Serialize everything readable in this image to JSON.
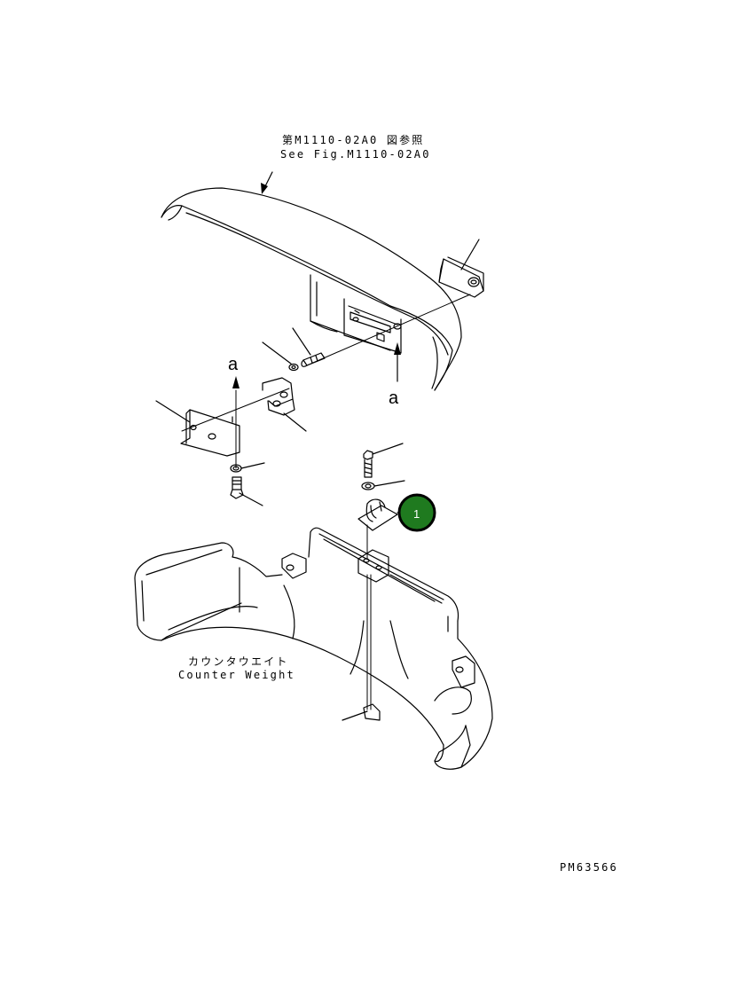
{
  "reference": {
    "line_jp": "第M1110-02A0 図参照",
    "line_en": "See Fig.M1110-02A0"
  },
  "counterweight": {
    "label_jp": "カウンタウエイト",
    "label_en": "Counter Weight"
  },
  "view_marks": {
    "left": "a",
    "right": "a"
  },
  "callout": {
    "number": "1",
    "color": "#1f7a1f"
  },
  "drawing_code": "PM63566"
}
